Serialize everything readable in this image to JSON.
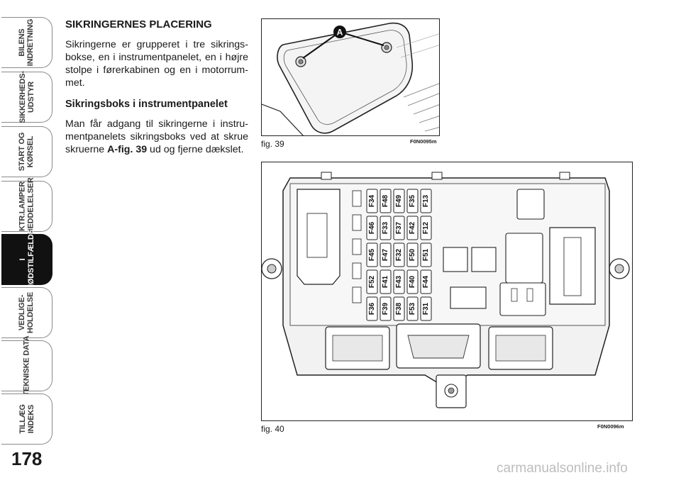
{
  "sidebar": {
    "tabs": [
      {
        "label": "BILENS\nINDRETNING",
        "active": false
      },
      {
        "label": "SIKKERHEDS-\nUDSTYR",
        "active": false
      },
      {
        "label": "START OG\nKØRSEL",
        "active": false
      },
      {
        "label": "KTR.LAMPER\nMEDDELELSER",
        "active": false
      },
      {
        "label": "I\nNØDSTILFÆLDE",
        "active": true
      },
      {
        "label": "VEDLIGE-\nHOLDELSE",
        "active": false
      },
      {
        "label": "TEKNISKE DATA",
        "active": false
      },
      {
        "label": "TILLÆG\nINDEKS",
        "active": false
      }
    ]
  },
  "page_number": "178",
  "content": {
    "heading": "SIKRINGERNES PLACERING",
    "intro": "Sikringerne er grupperet i tre sikrings­bokse, en i instrumentpanelet, en i højre stolpe i førerkabinen og en i motorrum­met.",
    "subheading": "Sikringsboks i instrumentpanelet",
    "body_pre": "Man får adgang til sikringerne i instru­mentpanelets sikringsboks ved at skrue skruerne ",
    "body_ref": "A-fig. 39",
    "body_post": " ud og fjerne dækslet."
  },
  "fig39": {
    "caption": "fig. 39",
    "code": "F0N0095m",
    "label_a": "A"
  },
  "fig40": {
    "caption": "fig. 40",
    "code": "F0N0096m",
    "fuse_columns": [
      [
        "F34",
        "F46",
        "F45",
        "F52",
        "F36"
      ],
      [
        "F48",
        "F33",
        "F47",
        "F41",
        "F39"
      ],
      [
        "F49",
        "F37",
        "F32",
        "F43",
        "F38"
      ],
      [
        "F35",
        "F42",
        "F50",
        "F40",
        "F53"
      ],
      [
        "F13",
        "F12",
        "F51",
        "F44",
        "F31"
      ]
    ]
  },
  "watermark": "carmanualsonline.info"
}
